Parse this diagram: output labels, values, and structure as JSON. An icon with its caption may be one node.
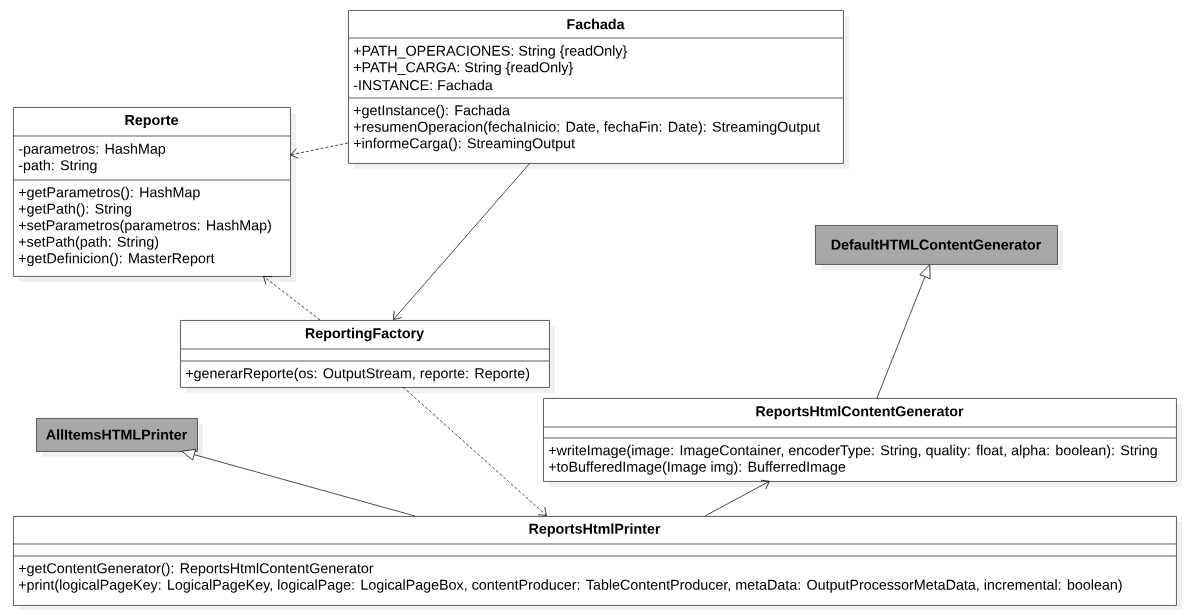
{
  "diagram": {
    "nodes": [
      {
        "text": [
          "Fachada",
          "+PATH_OPERACIONES: String {readOnly}",
          "+PATH_CARGA: String {readOnly}",
          "-INSTANCE: Fachada",
          "+getInstance(): Fachada",
          "+resumenOperacion(fechaInicio: Date, fechaFin: Date): StreamingOutput",
          "+informeCarga(): StreamingOutput"
        ]
      },
      {
        "text": [
          "Reporte",
          "-parametros: HashMap",
          "-path: String",
          "+getParametros(): HashMap",
          "+getPath(): String",
          "+setParametros(parametros: HashMap)",
          "+setPath(path: String)",
          "+getDefinicion(): MasterReport"
        ]
      },
      {
        "text": [
          "DefaultHTMLContentGenerator"
        ]
      },
      {
        "text": [
          "ReportingFactory",
          "+generarReporte(os: OutputStream, reporte: Reporte)"
        ]
      },
      {
        "text": [
          "AllItemsHTMLPrinter"
        ]
      },
      {
        "text": [
          "ReportsHtmlContentGenerator",
          "+writeImage(image: ImageContainer, encoderType: String, quality: float, alpha: boolean): String",
          "+toBufferedImage(Image img): BufferredImage"
        ]
      },
      {
        "text": [
          "ReportsHtmlPrinter",
          "+getContentGenerator(): ReportsHtmlContentGenerator",
          "+print(logicalPageKey: LogicalPageKey, logicalPage: LogicalPageBox, contentProducer: TableContentProducer, metaData: OutputProcessorMetaData, incremental: boolean)"
        ]
      }
    ],
    "edges": [
      {
        "from": 0,
        "to": 1,
        "arrow": "to",
        "style": "dashed"
      },
      {
        "from": 0,
        "to": 3,
        "arrow": "to"
      },
      {
        "from": 3,
        "to": 1,
        "arrow": "to",
        "style": "dashed"
      },
      {
        "from": 3,
        "to": 6,
        "arrow": "to",
        "style": "dashed"
      },
      {
        "from": 5,
        "to": 2,
        "arrow": "to"
      },
      {
        "from": 6,
        "to": 4,
        "arrow": "to"
      },
      {
        "from": 6,
        "to": 5,
        "arrow": "to"
      }
    ]
  }
}
